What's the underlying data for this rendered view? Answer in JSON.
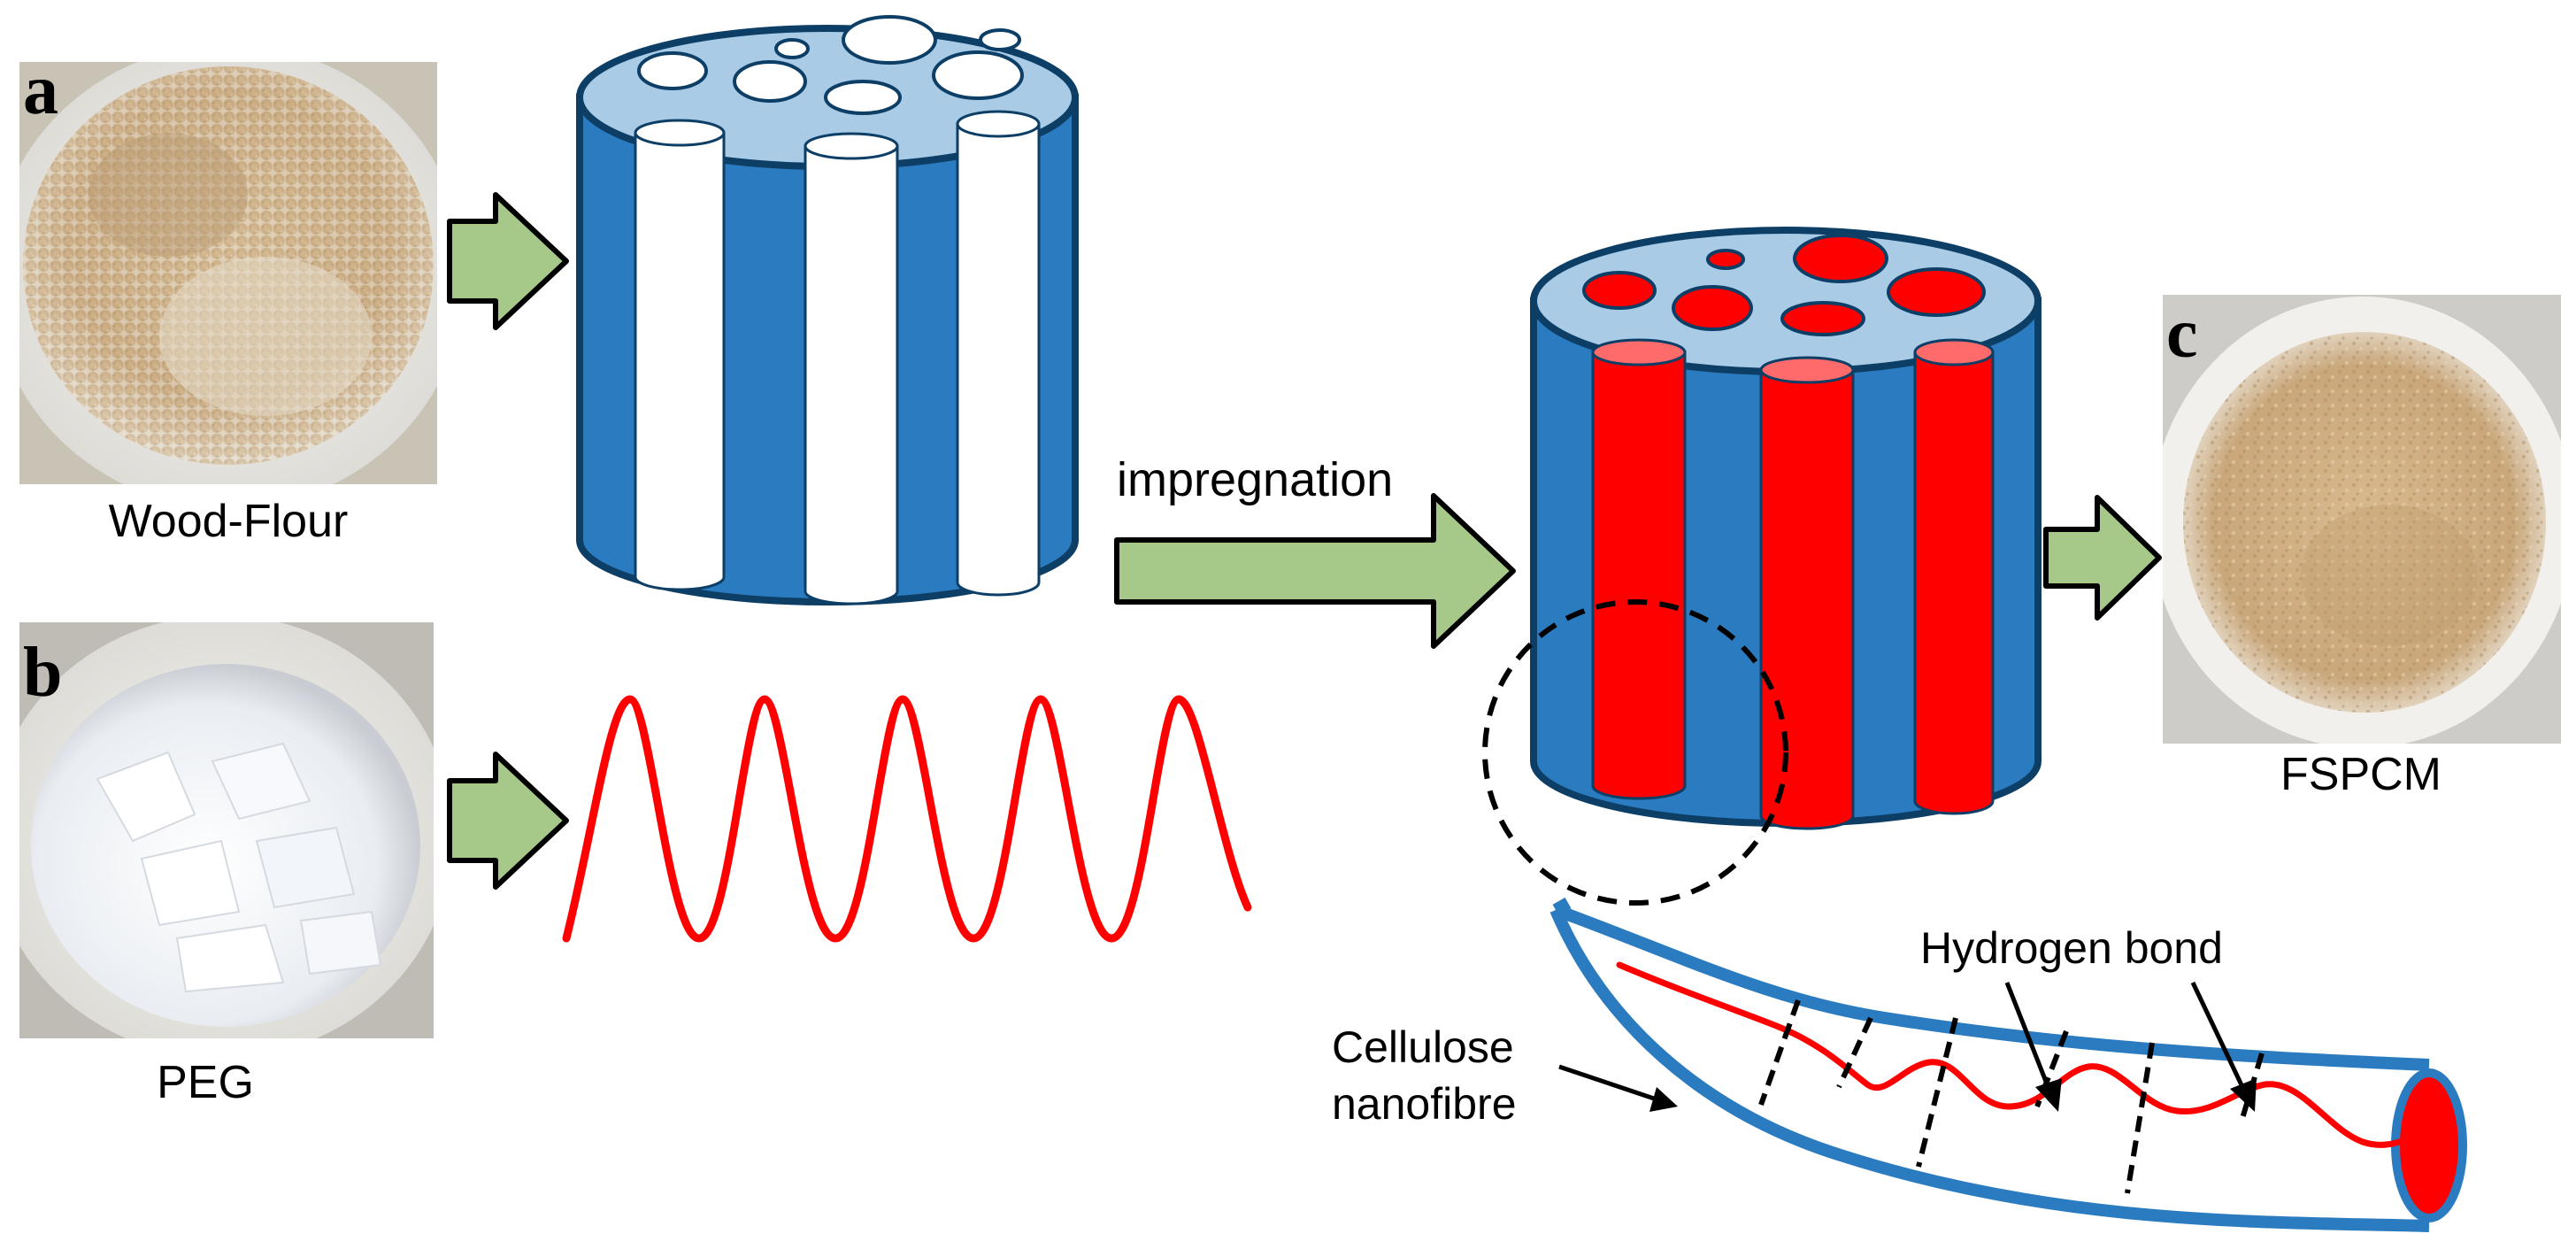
{
  "panels": {
    "a": {
      "letter": "a",
      "caption": "Wood-Flour"
    },
    "b": {
      "letter": "b",
      "caption": "PEG"
    },
    "c": {
      "letter": "c",
      "caption": "FSPCM"
    }
  },
  "process": {
    "impregnation_label": "impregnation"
  },
  "detail": {
    "hydrogen_bond_label": "Hydrogen bond",
    "cellulose_label_line1": "Cellulose",
    "cellulose_label_line2": "nanofibre"
  },
  "colors": {
    "wood_blue": "#2a7bbf",
    "pore_blue_top": "#a9cbe6",
    "peg_red": "#ff0000",
    "pore_red_top": "#ff6b6b",
    "arrow_green_fill": "#a6c98a",
    "arrow_outline": "#000000",
    "wood_flour_tan": "#cdb08a",
    "peg_white": "#f4f6f9"
  },
  "icons": {
    "process_arrow": "right-block-arrow-icon",
    "pointer_arrow": "thin-arrow-icon"
  }
}
